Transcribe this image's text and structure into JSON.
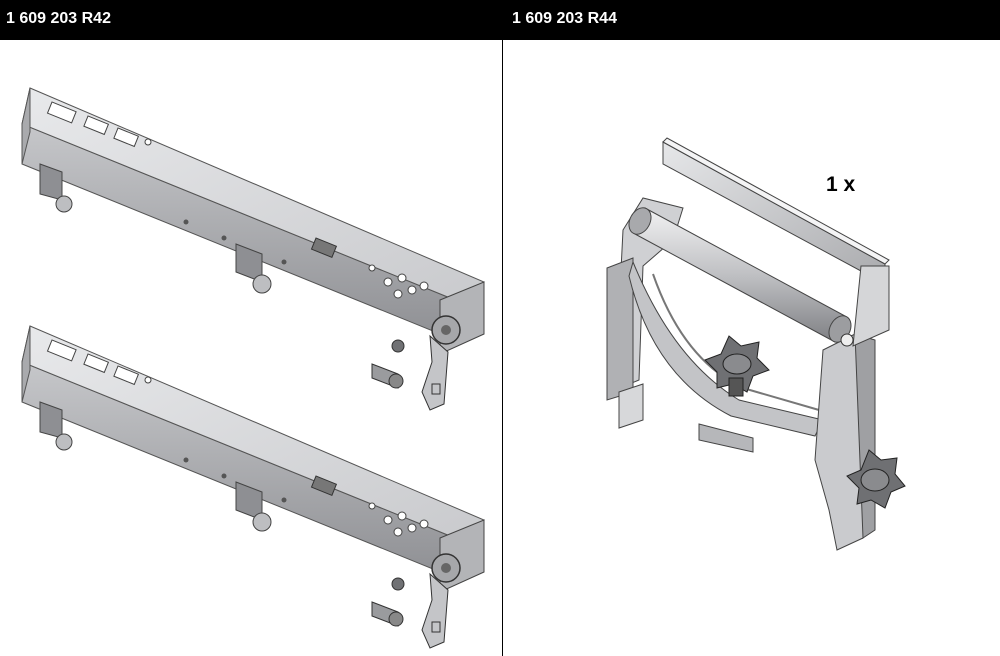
{
  "header": {
    "left_part_number": "1 609 203 R42",
    "right_part_number": "1 609 203 R44"
  },
  "right_panel": {
    "quantity_label": "1 x"
  },
  "colors": {
    "header_background": "#000000",
    "header_text": "#ffffff",
    "metal_light": "#e6e6e8",
    "metal_mid": "#b9babd",
    "metal_dark": "#7d7e82"
  },
  "icons": [
    "rail-bracket-illustration",
    "roller-support-illustration",
    "star-knob-icon"
  ]
}
